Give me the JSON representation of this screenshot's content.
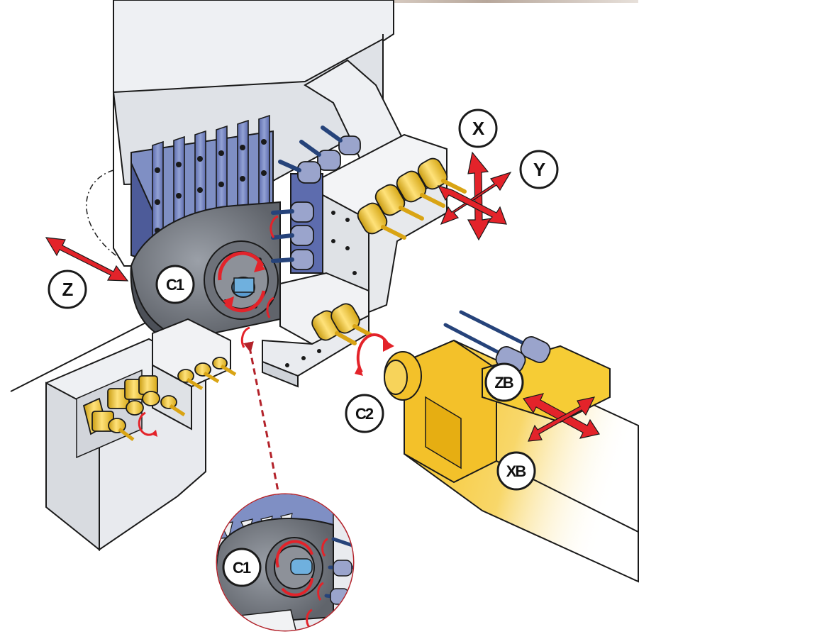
{
  "labels": {
    "x": "X",
    "y": "Y",
    "z": "Z",
    "c1": "C1",
    "c2": "C2",
    "zb": "ZB",
    "xb": "XB",
    "c1_detail": "C1"
  },
  "colors": {
    "tool_blue": "#7f8fc4",
    "tool_blue_dark": "#4d5b99",
    "spindle_gray": "#7d8188",
    "frame_gray": "#e4e6ea",
    "brass": "#f2c228",
    "sub_spindle_yellow": "#f5c731",
    "arrow_red": "#e3232a",
    "outline": "#1a1a1a"
  },
  "icons": [
    "drill-icon",
    "rotation-arrow-icon",
    "axis-arrow-icon",
    "magnifier-detail-icon"
  ]
}
